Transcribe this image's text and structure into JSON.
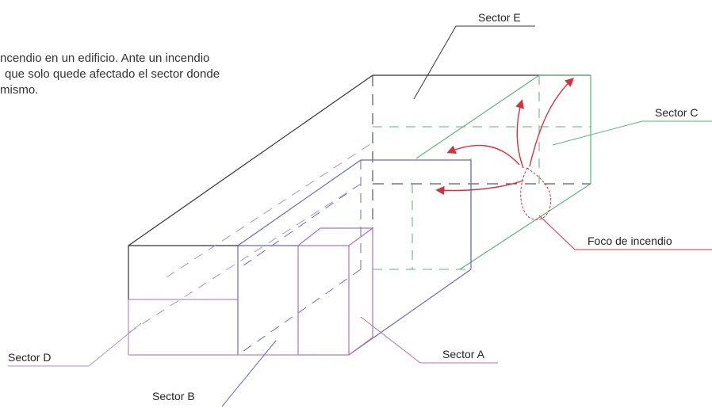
{
  "caption": {
    "lines": [
      "ncendio en un edificio. Ante un incendio",
      "que solo quede afectado el sector donde",
      "mismo."
    ]
  },
  "labels": {
    "sector_a": "Sector A",
    "sector_b": "Sector B",
    "sector_c": "Sector C",
    "sector_d": "Sector D",
    "sector_e": "Sector E",
    "fire_focus": "Foco de incendio"
  },
  "colors": {
    "outline": "#333333",
    "sector_a": "#b070b0",
    "sector_b": "#6a6ab8",
    "sector_c": "#5cb57a",
    "sector_d": "#b58cc8",
    "fire": "#d8303a"
  }
}
